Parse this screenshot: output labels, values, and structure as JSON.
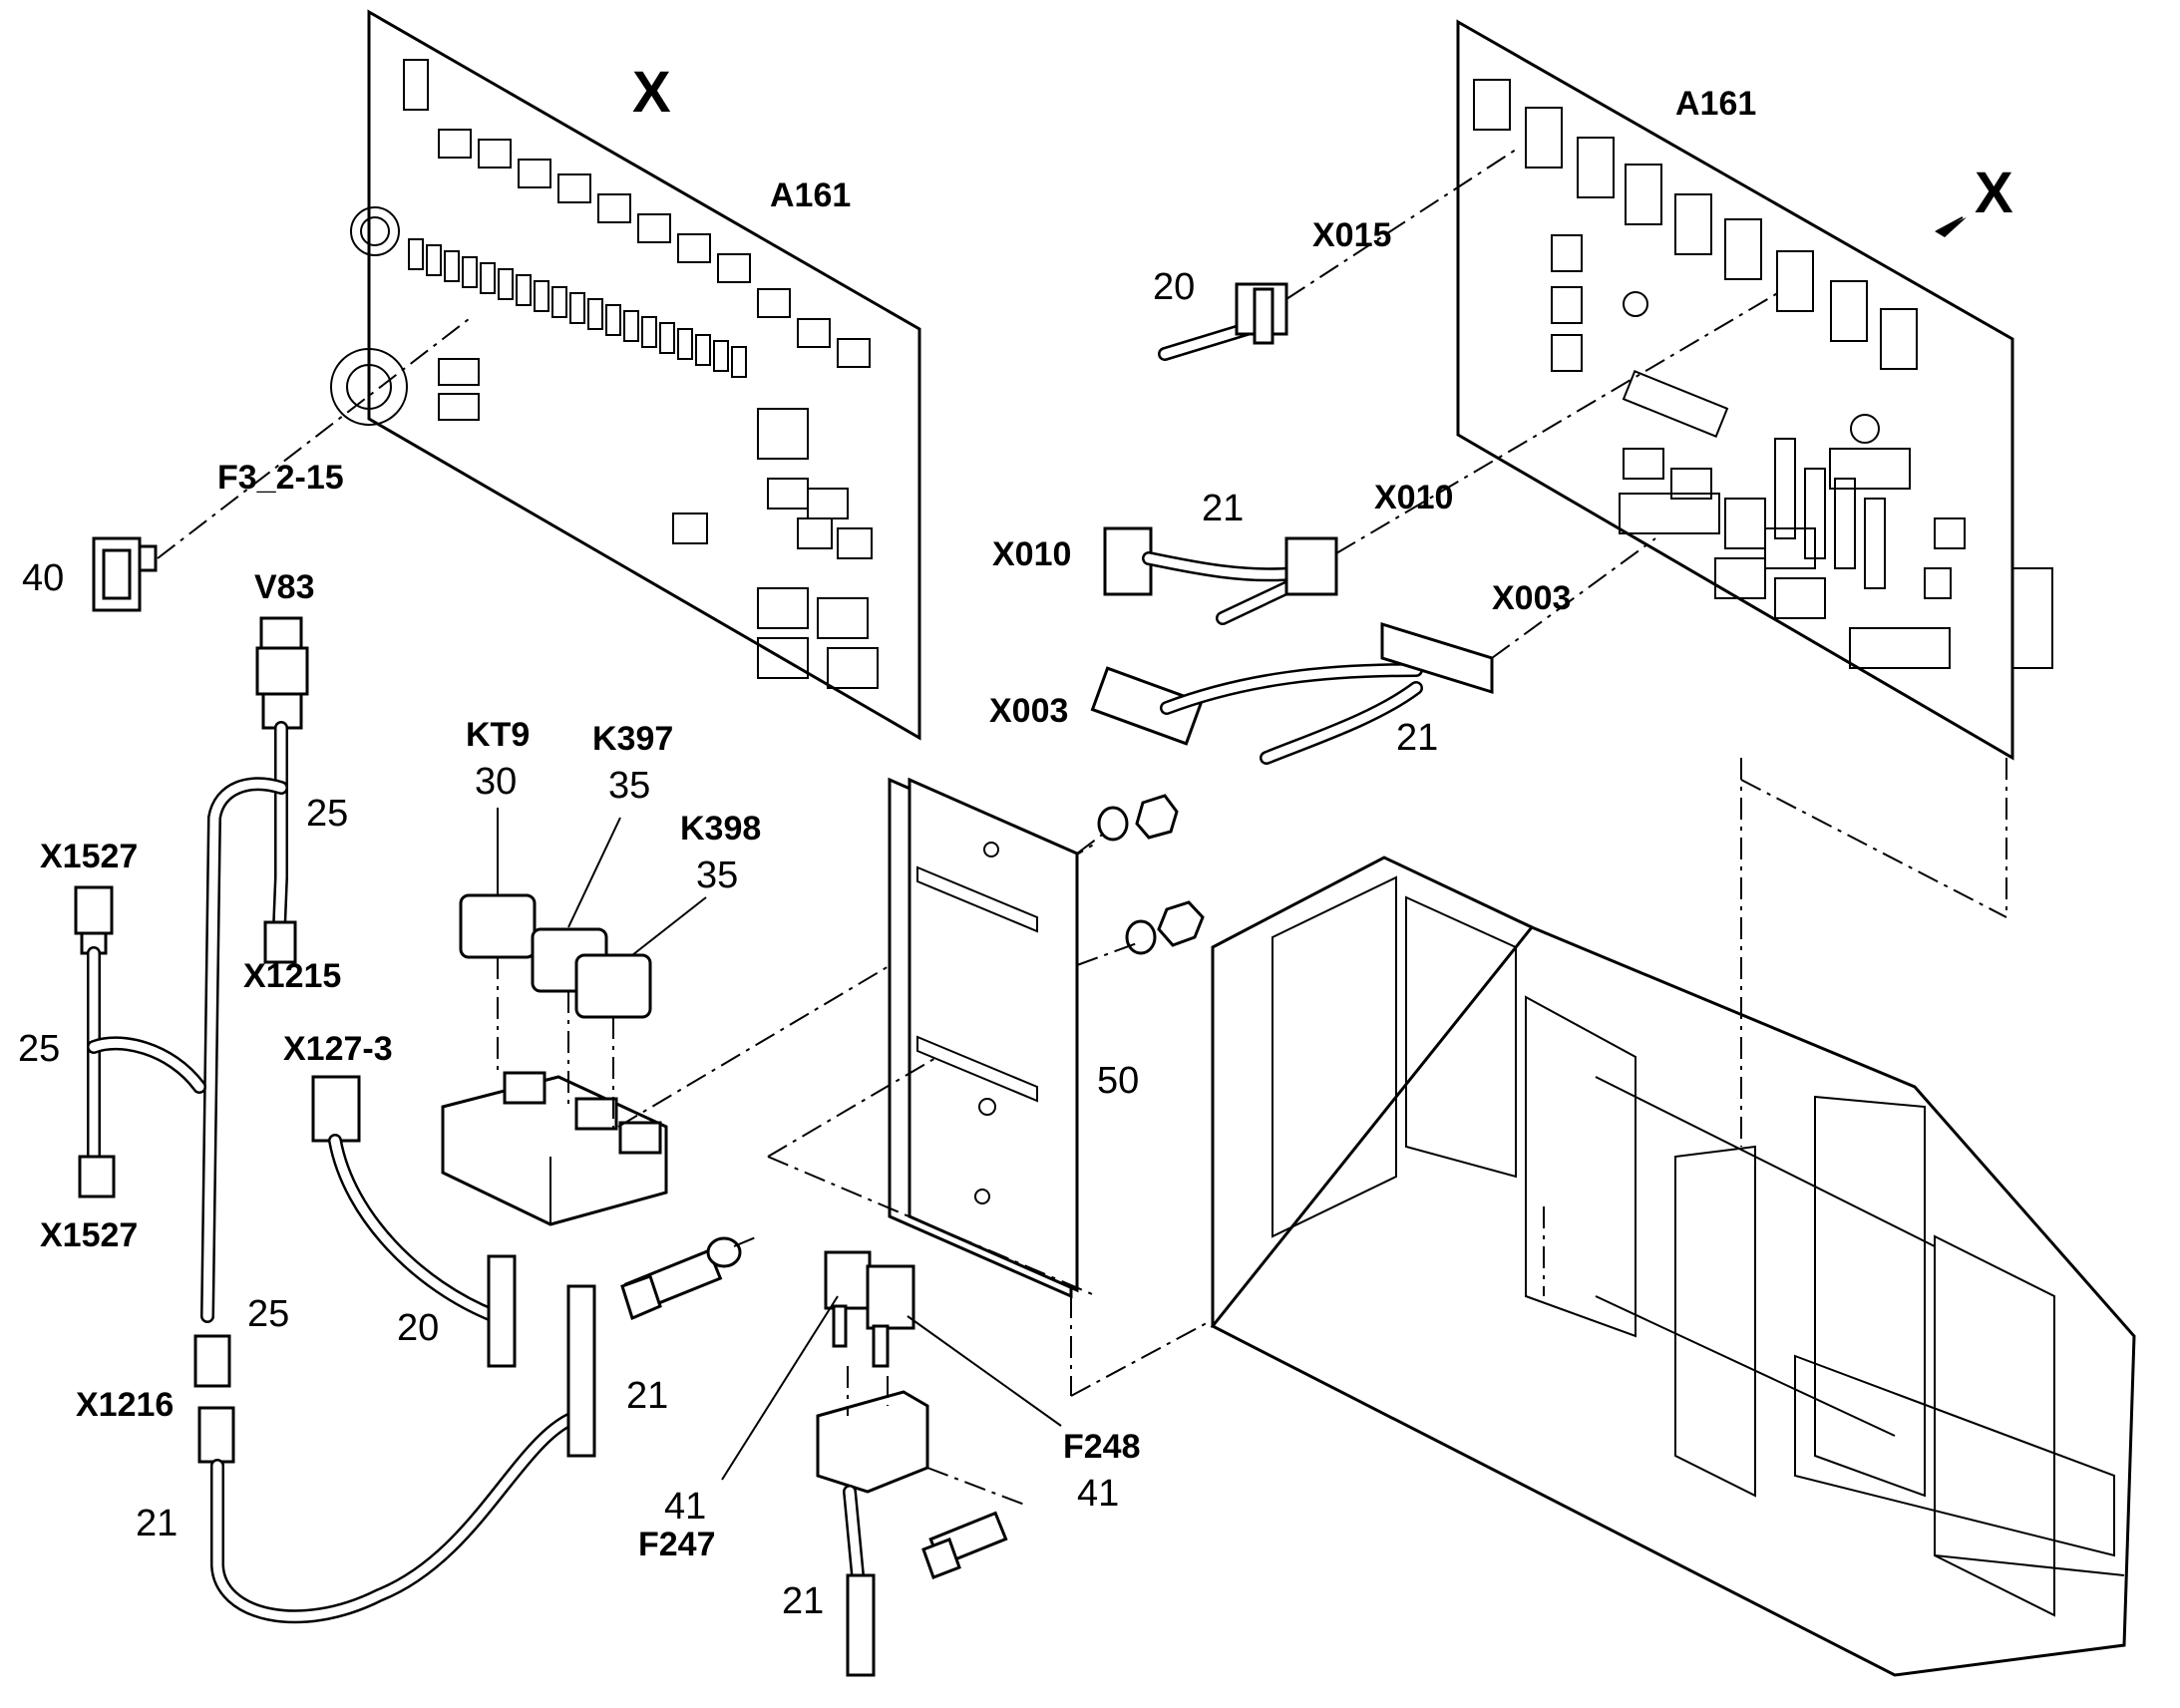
{
  "labels": {
    "x_view_left": "X",
    "x_view_right": "X",
    "a161_left": "A161",
    "a161_right": "A161",
    "x015": "X015",
    "n20_top": "20",
    "f3_2_15": "F3_2-15",
    "n40": "40",
    "v83": "V83",
    "n25_v83": "25",
    "x1215": "X1215",
    "x1527_top": "X1527",
    "n25_left": "25",
    "x1527_bottom": "X1527",
    "n25_lower": "25",
    "x1216": "X1216",
    "n21_left": "21",
    "x127_3": "X127-3",
    "n20_mid": "20",
    "n21_mid": "21",
    "kt9": "KT9",
    "n30": "30",
    "k397": "K397",
    "n35_a": "35",
    "k398": "K398",
    "n35_b": "35",
    "x010_left": "X010",
    "n21_x010": "21",
    "x010_right": "X010",
    "x003_right": "X003",
    "x003_left": "X003",
    "n21_x003": "21",
    "n50": "50",
    "n41_left": "41",
    "f247": "F247",
    "f248": "F248",
    "n41_right": "41",
    "n21_bottom": "21"
  },
  "colors": {
    "ink": "#000000",
    "paper": "#ffffff"
  }
}
